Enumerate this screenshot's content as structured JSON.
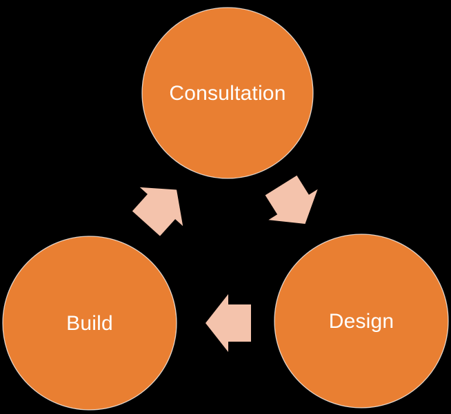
{
  "diagram": {
    "type": "cycle",
    "background_color": "#000000",
    "node_fill": "#E97F32",
    "node_stroke": "#FFFFFF",
    "arrow_fill": "#F4C3AC",
    "label_color": "#FFFFFF",
    "nodes": [
      {
        "id": "consultation",
        "label": "Consultation",
        "position": "top"
      },
      {
        "id": "design",
        "label": "Design",
        "position": "bottom-right"
      },
      {
        "id": "build",
        "label": "Build",
        "position": "bottom-left"
      }
    ],
    "arrows": [
      {
        "id": "consultation-to-design",
        "direction": "down-right"
      },
      {
        "id": "design-to-build",
        "direction": "left"
      },
      {
        "id": "build-to-consultation",
        "direction": "up-right"
      }
    ]
  }
}
